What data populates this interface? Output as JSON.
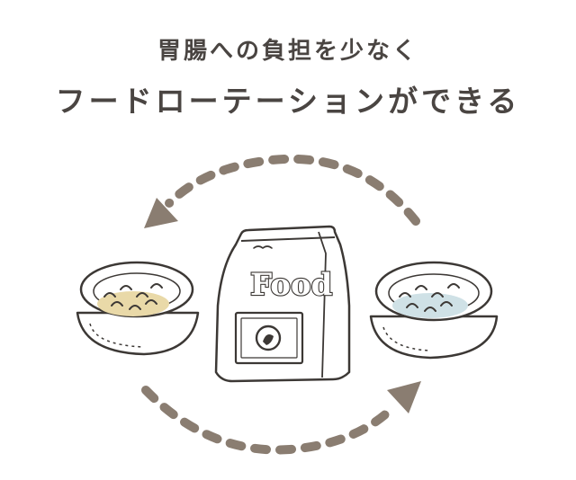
{
  "heading": {
    "subtitle": "胃腸への負担を少なく",
    "title": "フードローテーションができる"
  },
  "illustration": {
    "bag_label": "Food",
    "colors": {
      "outline": "#3c3835",
      "arrow": "#8a7d71",
      "left_food": "#e9d9a8",
      "right_food": "#cfe1e6",
      "text": "#4a4542"
    },
    "icons": [
      "food-bag-icon",
      "food-bowl-icon",
      "rotation-arrow-icon"
    ]
  }
}
